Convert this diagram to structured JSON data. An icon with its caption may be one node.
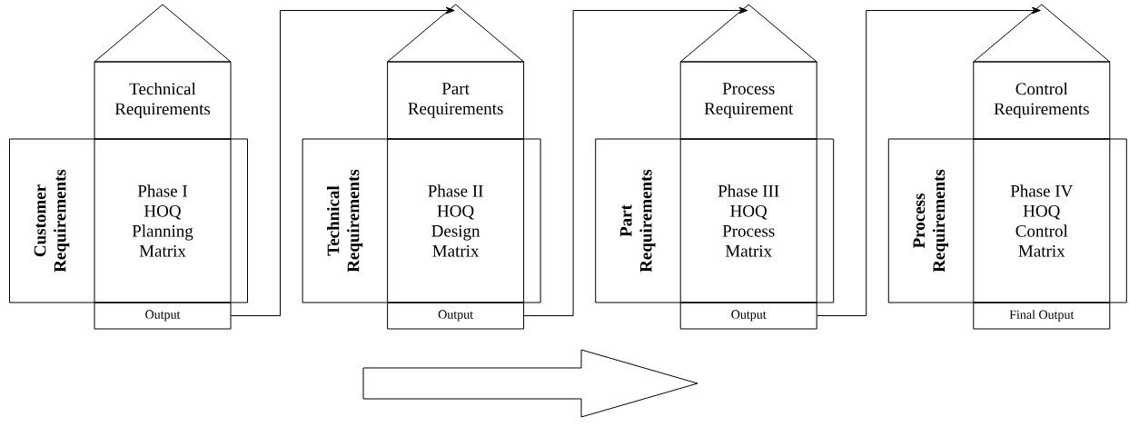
{
  "diagram": {
    "nodes": [
      {
        "text": [],
        "shape": "triangle"
      },
      {
        "text": [
          "Technical Requirements"
        ]
      },
      {
        "text": [
          "Customer Requirements"
        ]
      },
      {
        "text": [
          "Phase I HOQ Planning Matrix"
        ],
        "in": 2
      },
      {
        "text": [
          "Output"
        ]
      },
      {
        "text": [],
        "shape": "triangle"
      },
      {
        "text": [
          "Part Requirements"
        ]
      },
      {
        "text": [
          "Technical Requirements"
        ]
      },
      {
        "text": [
          "Phase II HOQ Design Matrix"
        ],
        "in": 7
      },
      {
        "text": [
          "Output"
        ]
      },
      {
        "text": [],
        "shape": "triangle"
      },
      {
        "text": [
          "Process Requirement"
        ]
      },
      {
        "text": [
          "Part Requirements"
        ]
      },
      {
        "text": [
          "Phase III HOQ Process Matrix"
        ],
        "in": 12
      },
      {
        "text": [
          "Output"
        ]
      },
      {
        "text": [],
        "shape": "triangle"
      },
      {
        "text": [
          "Control Requirements"
        ]
      },
      {
        "text": [
          "Process Requirements"
        ]
      },
      {
        "text": [
          "Phase IV HOQ Control Matrix"
        ],
        "in": 17
      },
      {
        "text": [
          "Final Output"
        ]
      }
    ],
    "edges": [
      {
        "from": 4,
        "to": 5,
        "arrow": "to"
      },
      {
        "from": 9,
        "to": 10,
        "arrow": "to"
      },
      {
        "from": 14,
        "to": 15,
        "arrow": "to"
      }
    ]
  }
}
